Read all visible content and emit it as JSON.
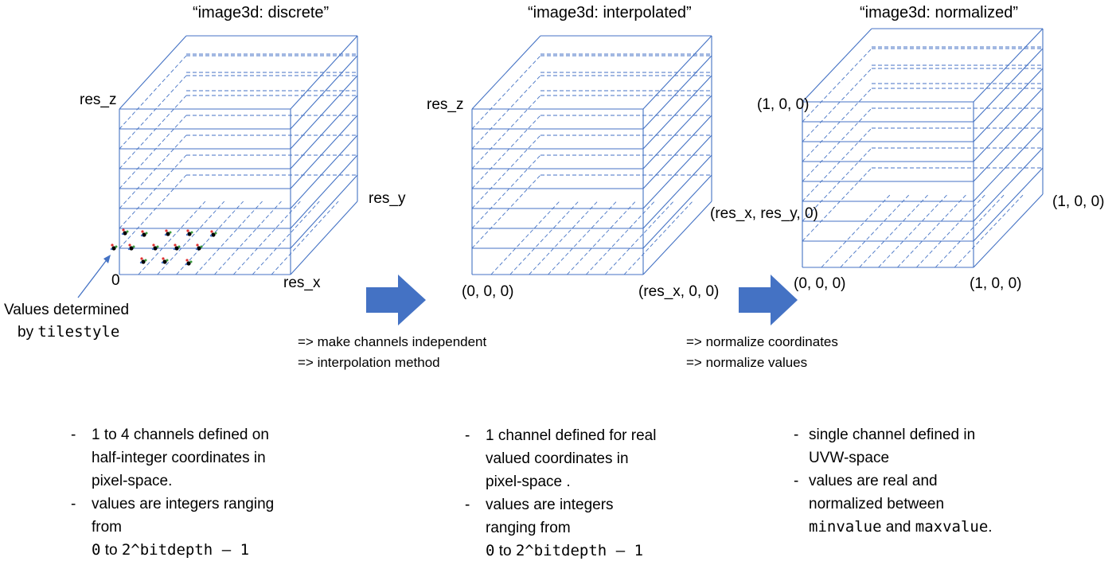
{
  "panels": [
    {
      "title": "“image3d: discrete”",
      "labels": {
        "res_z": "res_z",
        "res_y": "res_y",
        "res_x": "res_x",
        "origin": "0"
      },
      "callout": {
        "line1": "Values determined",
        "line2_prefix": "by ",
        "line2_code": "tilestyle"
      },
      "bullets": [
        {
          "lines": [
            "1 to 4 channels defined on",
            "half-integer coordinates in",
            "pixel-space."
          ]
        },
        {
          "lines": [
            "values are integers ranging",
            "from"
          ],
          "code_line": {
            "a": "0",
            "mid": " to ",
            "b": "2^bitdepth – 1"
          }
        }
      ]
    },
    {
      "title": "“image3d: interpolated”",
      "labels": {
        "res_z": "res_z",
        "corner_back": "(res_x, res_y, 0)",
        "corner_origin": "(0, 0, 0)",
        "corner_x": "(res_x, 0, 0)"
      },
      "bullets": [
        {
          "lines": [
            "1 channel defined for real",
            "valued coordinates in",
            "pixel-space ."
          ]
        },
        {
          "lines": [
            "values are integers",
            "ranging from"
          ],
          "code_line": {
            "a": "0",
            "mid": " to ",
            "b": "2^bitdepth – 1"
          }
        }
      ]
    },
    {
      "title": "“image3d: normalized”",
      "labels": {
        "top": "(1, 0, 0)",
        "right": "(1, 0, 0)",
        "origin": "(0, 0, 0)",
        "x": "(1, 0, 0)"
      },
      "bullets": [
        {
          "lines": [
            "single channel defined in",
            "UVW-space"
          ]
        },
        {
          "lines": [
            "values are real and",
            "normalized between"
          ],
          "code_line": {
            "a": "minvalue",
            "mid": " and ",
            "b": "maxvalue",
            "end": "."
          }
        }
      ]
    }
  ],
  "transitions": [
    {
      "line1": "=> make channels independent",
      "line2": "=> interpolation method"
    },
    {
      "line1": "=> normalize coordinates",
      "line2": "=> normalize values"
    }
  ],
  "bullet_dash": "-",
  "colors": {
    "cube_line": "#4472c4",
    "arrow_fill": "#4472c4",
    "marker_red": "#e03030",
    "marker_green": "#3a9a3a"
  }
}
